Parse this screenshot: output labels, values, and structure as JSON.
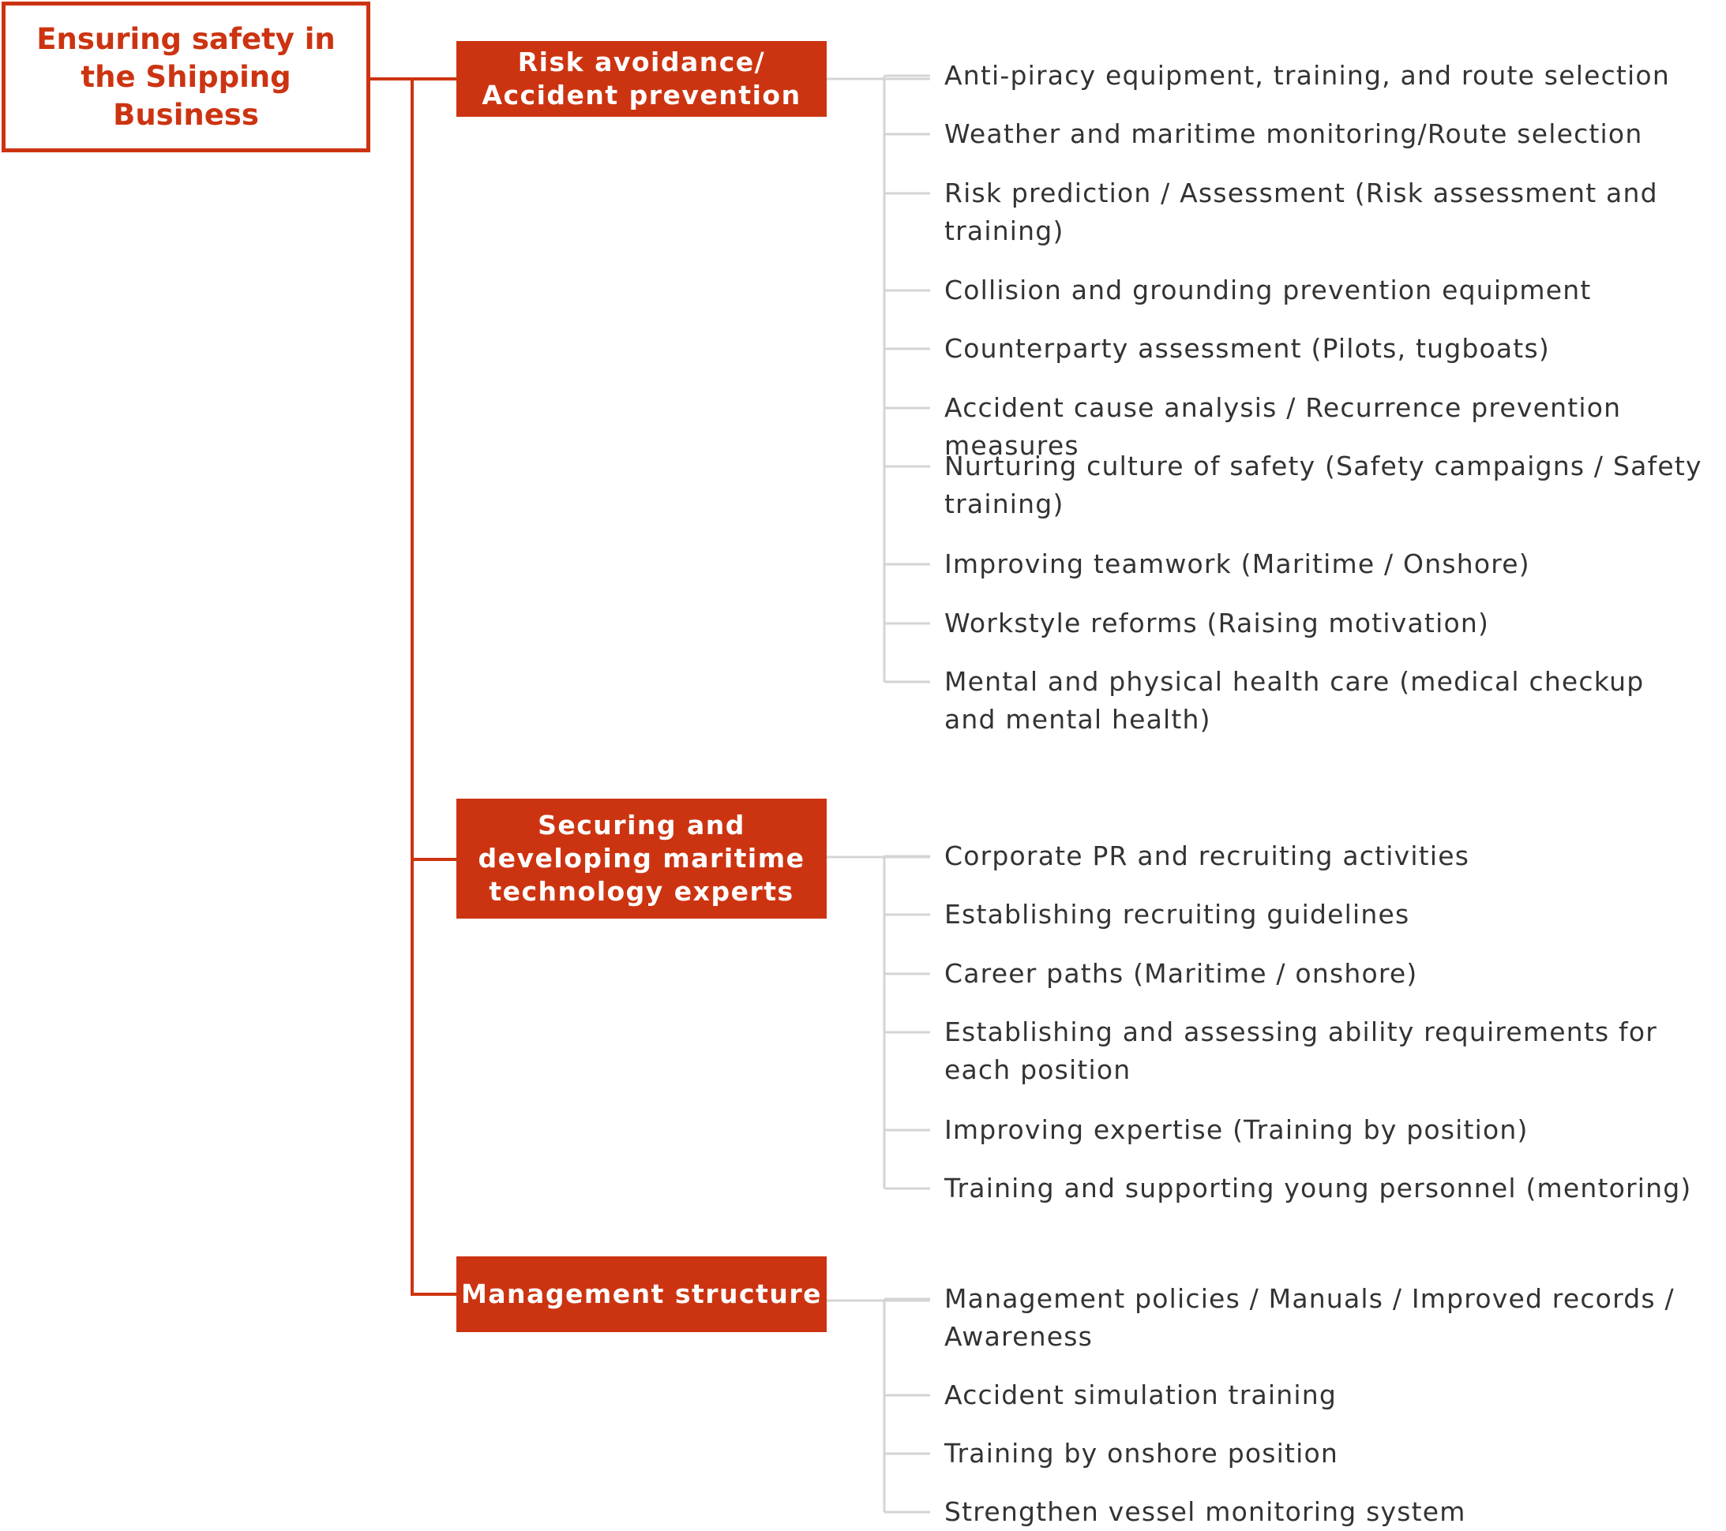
{
  "colors": {
    "accent": "#cc3411",
    "text": "#333333",
    "connector": "#d4d4d4"
  },
  "root": {
    "label": "Ensuring safety in\nthe Shipping Business"
  },
  "categories": [
    {
      "label": "Risk avoidance/\nAccident prevention",
      "items": [
        "Anti-piracy equipment, training, and route selection",
        "Weather and maritime monitoring/Route selection",
        "Risk prediction / Assessment (Risk assessment and training)",
        "Collision and grounding prevention equipment",
        "Counterparty assessment (Pilots, tugboats)",
        "Accident cause analysis / Recurrence prevention measures",
        "Nurturing culture of safety (Safety campaigns / Safety training)",
        "Improving teamwork (Maritime / Onshore)",
        "Workstyle reforms (Raising motivation)",
        "Mental and physical health care (medical checkup and mental health)"
      ]
    },
    {
      "label": "Securing and\ndeveloping maritime\ntechnology experts",
      "items": [
        "Corporate PR and recruiting activities",
        "Establishing recruiting guidelines",
        "Career paths (Maritime / onshore)",
        "Establishing and assessing ability requirements for each position",
        "Improving expertise (Training by position)",
        "Training and supporting young personnel (mentoring)"
      ]
    },
    {
      "label": "Management structure",
      "items": [
        "Management policies / Manuals / Improved records / Awareness",
        "Accident simulation training",
        "Training by onshore position",
        "Strengthen vessel monitoring system"
      ]
    }
  ]
}
